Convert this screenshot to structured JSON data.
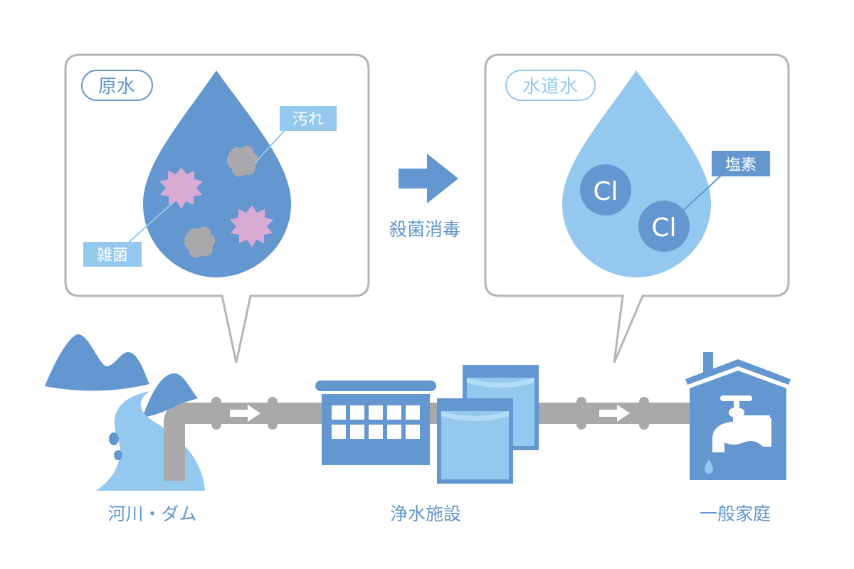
{
  "colors": {
    "dark_blue": "#6497cf",
    "light_blue": "#94c8ee",
    "gray": "#a9a9ac",
    "pink": "#d9aad3",
    "border": "#b5b5b5",
    "white": "#ffffff"
  },
  "raw_water_panel": {
    "title": "原水",
    "labels": {
      "dirt": "汚れ",
      "bacteria": "雑菌"
    }
  },
  "tap_water_panel": {
    "title": "水道水",
    "labels": {
      "chlorine": "塩素"
    },
    "molecules": [
      "Cl",
      "Cl"
    ]
  },
  "process": {
    "label": "殺菌消毒"
  },
  "stages": [
    {
      "label": "河川・ダム"
    },
    {
      "label": "浄水施設"
    },
    {
      "label": "一般家庭"
    }
  ]
}
